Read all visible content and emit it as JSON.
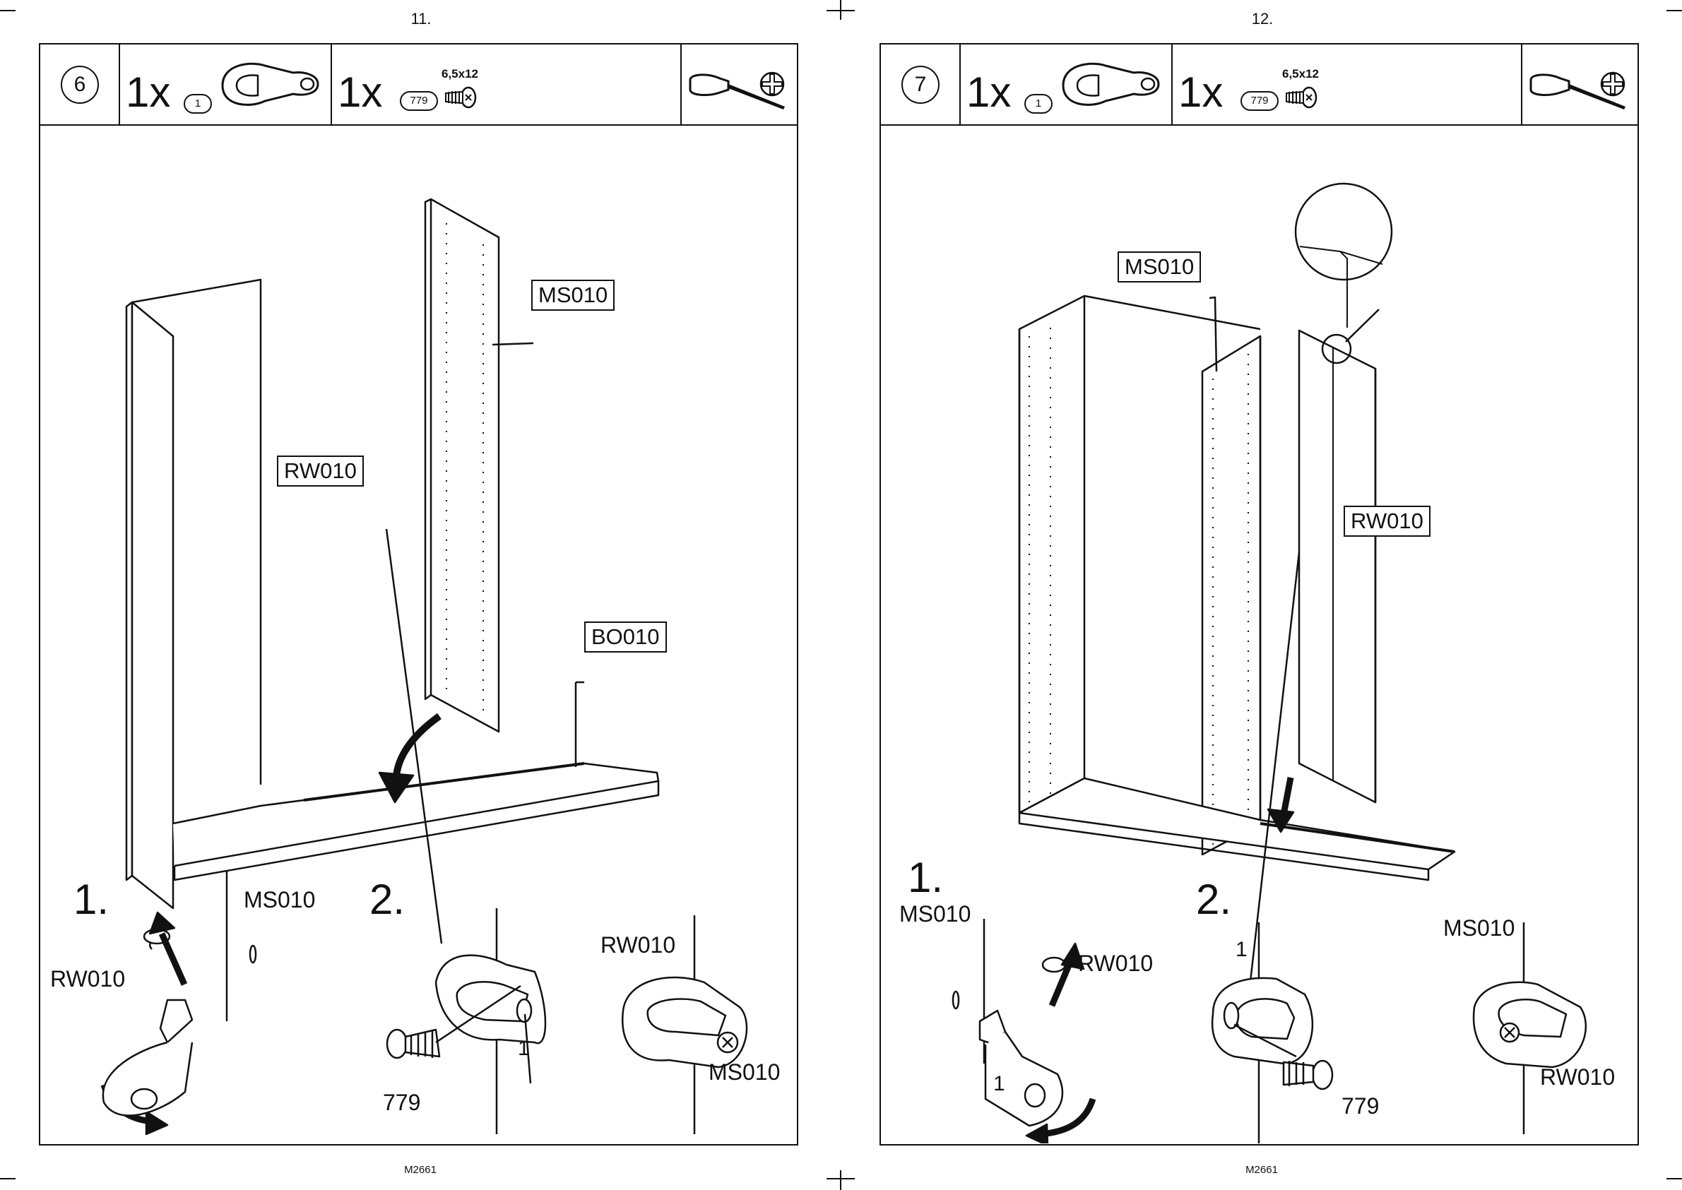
{
  "pages": [
    {
      "page_number": "11.",
      "footer": "M2661",
      "step": "6",
      "items": [
        {
          "qty": "1x",
          "code": "1",
          "size": ""
        },
        {
          "qty": "1x",
          "code": "779",
          "size": "6,5x12"
        }
      ],
      "labels": {
        "panel_top": "MS010",
        "panel_back": "RW010",
        "panel_bottom": "BO010",
        "detail1_step": "1.",
        "detail1_ms": "MS010",
        "detail1_rw": "RW010",
        "detail2_step": "2.",
        "detail2_pin": "1",
        "detail2_screw": "779",
        "detail3_rw": "RW010",
        "detail3_ms": "MS010"
      }
    },
    {
      "page_number": "12.",
      "footer": "M2661",
      "step": "7",
      "items": [
        {
          "qty": "1x",
          "code": "1",
          "size": ""
        },
        {
          "qty": "1x",
          "code": "779",
          "size": "6,5x12"
        }
      ],
      "labels": {
        "panel_mid": "MS010",
        "panel_back": "RW010",
        "detail1_step": "1.",
        "detail1_ms": "MS010",
        "detail1_rw": "RW010",
        "detail1_pin": "1",
        "detail2_step": "2.",
        "detail2_pin": "1",
        "detail2_screw": "779",
        "detail3_ms": "MS010",
        "detail3_rw": "RW010"
      }
    }
  ],
  "icons": {
    "tool": "screwdriver-icon",
    "bit": "phillips-icon",
    "part1": "cam-lock-icon",
    "part2": "screw-icon"
  }
}
